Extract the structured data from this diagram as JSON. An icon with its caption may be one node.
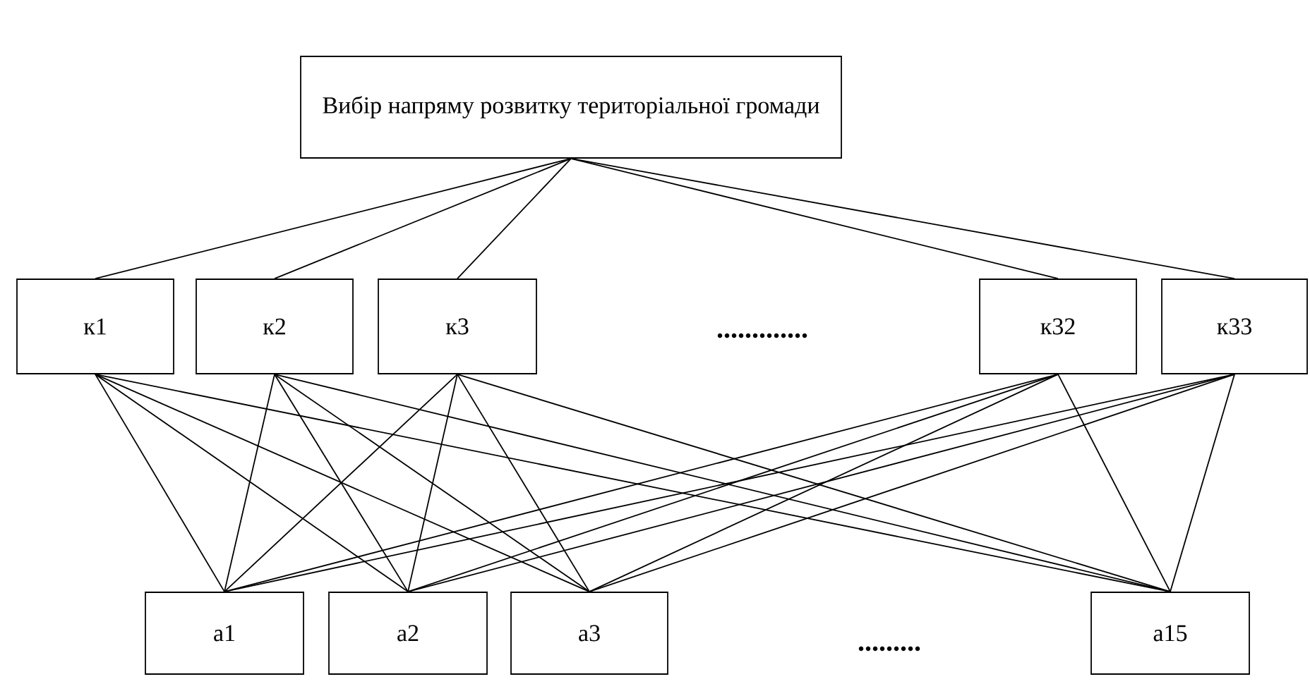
{
  "diagram": {
    "nodes": [
      {
        "text": [
          "Вибір напряму розвитку територіальної громади"
        ]
      },
      {
        "text": [
          "к1"
        ]
      },
      {
        "text": [
          "к2"
        ]
      },
      {
        "text": [
          "к3"
        ]
      },
      {
        "text": [
          "к32"
        ]
      },
      {
        "text": [
          "к33"
        ]
      },
      {
        "text": [
          "а1"
        ]
      },
      {
        "text": [
          "а2"
        ]
      },
      {
        "text": [
          "а3"
        ]
      },
      {
        "text": [
          "а15"
        ]
      }
    ],
    "edges": [
      {
        "from": 0,
        "to": 1,
        "arrow": "none"
      },
      {
        "from": 0,
        "to": 2,
        "arrow": "none"
      },
      {
        "from": 0,
        "to": 3,
        "arrow": "none"
      },
      {
        "from": 0,
        "to": 4,
        "arrow": "none"
      },
      {
        "from": 0,
        "to": 5,
        "arrow": "none"
      },
      {
        "from": 1,
        "to": 6,
        "arrow": "none"
      },
      {
        "from": 1,
        "to": 7,
        "arrow": "none"
      },
      {
        "from": 1,
        "to": 8,
        "arrow": "none"
      },
      {
        "from": 1,
        "to": 9,
        "arrow": "none"
      },
      {
        "from": 2,
        "to": 6,
        "arrow": "none"
      },
      {
        "from": 2,
        "to": 7,
        "arrow": "none"
      },
      {
        "from": 2,
        "to": 8,
        "arrow": "none"
      },
      {
        "from": 2,
        "to": 9,
        "arrow": "none"
      },
      {
        "from": 3,
        "to": 6,
        "arrow": "none"
      },
      {
        "from": 3,
        "to": 7,
        "arrow": "none"
      },
      {
        "from": 3,
        "to": 8,
        "arrow": "none"
      },
      {
        "from": 3,
        "to": 9,
        "arrow": "none"
      },
      {
        "from": 4,
        "to": 6,
        "arrow": "none"
      },
      {
        "from": 4,
        "to": 7,
        "arrow": "none"
      },
      {
        "from": 4,
        "to": 8,
        "arrow": "none"
      },
      {
        "from": 4,
        "to": 9,
        "arrow": "none"
      },
      {
        "from": 5,
        "to": 6,
        "arrow": "none"
      },
      {
        "from": 5,
        "to": 7,
        "arrow": "none"
      },
      {
        "from": 5,
        "to": 8,
        "arrow": "none"
      },
      {
        "from": 5,
        "to": 9,
        "arrow": "none"
      }
    ],
    "labels": [
      ".............",
      "........."
    ]
  }
}
